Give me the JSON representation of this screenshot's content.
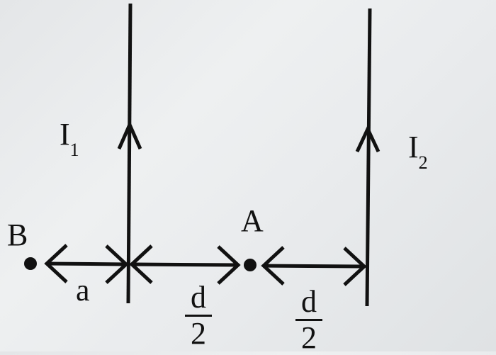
{
  "labels": {
    "current1": {
      "main": "I",
      "sub": "1"
    },
    "current2": {
      "main": "I",
      "sub": "2"
    },
    "point_a": "A",
    "point_b": "B",
    "distance_a": "a",
    "distance_left": {
      "num": "d",
      "den": "2"
    },
    "distance_right": {
      "num": "d",
      "den": "2"
    }
  },
  "colors": {
    "ink": "#111111"
  }
}
